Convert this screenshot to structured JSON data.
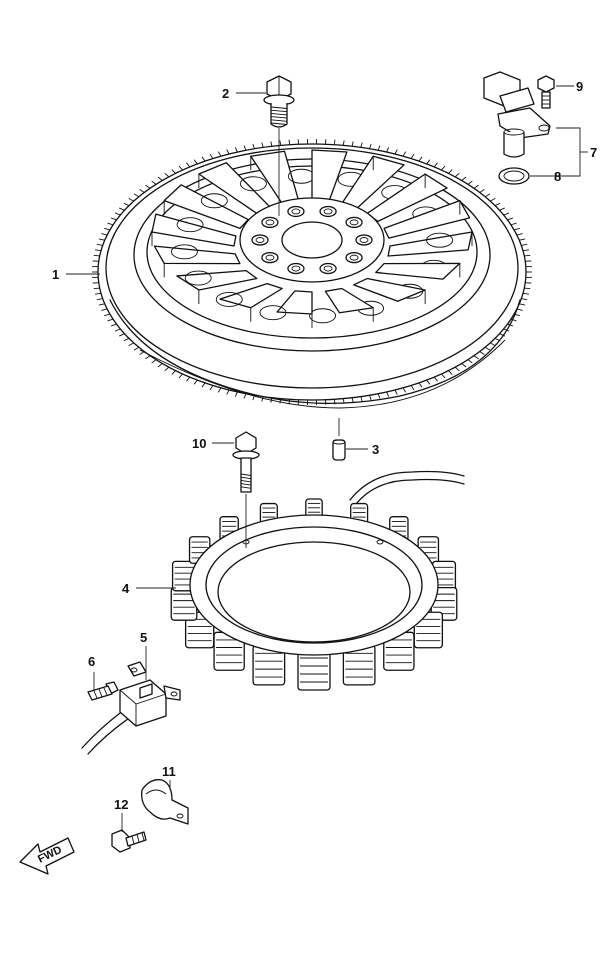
{
  "callouts": [
    {
      "id": "1",
      "text": "1"
    },
    {
      "id": "2",
      "text": "2"
    },
    {
      "id": "3",
      "text": "3"
    },
    {
      "id": "4",
      "text": "4"
    },
    {
      "id": "5",
      "text": "5"
    },
    {
      "id": "6",
      "text": "6"
    },
    {
      "id": "7",
      "text": "7"
    },
    {
      "id": "8",
      "text": "8"
    },
    {
      "id": "9",
      "text": "9"
    },
    {
      "id": "10",
      "text": "10"
    },
    {
      "id": "11",
      "text": "11"
    },
    {
      "id": "12",
      "text": "12"
    }
  ],
  "direction": {
    "label": "FWD"
  }
}
